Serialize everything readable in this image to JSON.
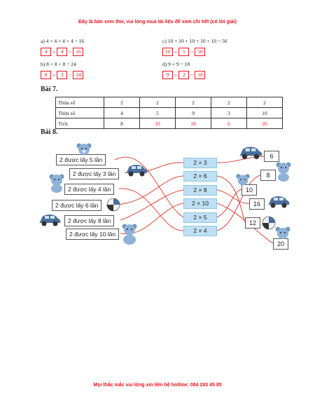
{
  "banner_top": "Đây là bản xem thử, vui lòng mua tài liệu để xem chi tiết (có lời giải)",
  "banner_bottom": "Mọi thắc mắc vui lòng xin liên hệ hotline: 084 283 45 85",
  "sums": [
    {
      "equation": "a) 4 + 4 + 4 + 4 = 16",
      "boxes": [
        "4",
        "4",
        "16"
      ],
      "ops": [
        "×",
        "="
      ]
    },
    {
      "equation": "c) 10 + 10 + 10 + 10 + 10 = 50",
      "boxes": [
        "10",
        "5",
        "50"
      ],
      "ops": [
        "×",
        "="
      ]
    },
    {
      "equation": "b) 8 + 8 + 8 = 24",
      "boxes": [
        "8",
        "3",
        "24"
      ],
      "ops": [
        "×",
        "="
      ]
    },
    {
      "equation": "d) 9 + 9 = 18",
      "boxes": [
        "9",
        "2",
        "18"
      ],
      "ops": [
        "×",
        "="
      ]
    }
  ],
  "bai7": {
    "heading": "Bài 7.",
    "rows": [
      {
        "label": "Thừa số",
        "values": [
          "2",
          "2",
          "2",
          "2",
          "2"
        ],
        "red": false
      },
      {
        "label": "Thừa số",
        "values": [
          "4",
          "5",
          "9",
          "3",
          "10"
        ],
        "red": false
      },
      {
        "label": "Tích",
        "values": [
          "8",
          "10",
          "18",
          "6",
          "20"
        ],
        "red": true
      }
    ]
  },
  "bai8": {
    "heading": "Bài 8.",
    "left": [
      "2 được lấy 5 lần",
      "2 được lấy 3 lần",
      "2 được lấy 4 lần",
      "2 được lấy 6 lần",
      "2 được lấy 8 lần",
      "2 được lấy 10 lần"
    ],
    "middle": [
      "2 × 3",
      "2 × 6",
      "2 × 8",
      "2 × 10",
      "2 × 5",
      "2 × 4"
    ],
    "right": [
      "6",
      "8",
      "10",
      "16",
      "12",
      "20"
    ]
  },
  "colors": {
    "red": "#e8141e",
    "line_red": "#e0463c",
    "mid_box": "#bfe0f4",
    "toy_blue": "#4a6f9c"
  }
}
